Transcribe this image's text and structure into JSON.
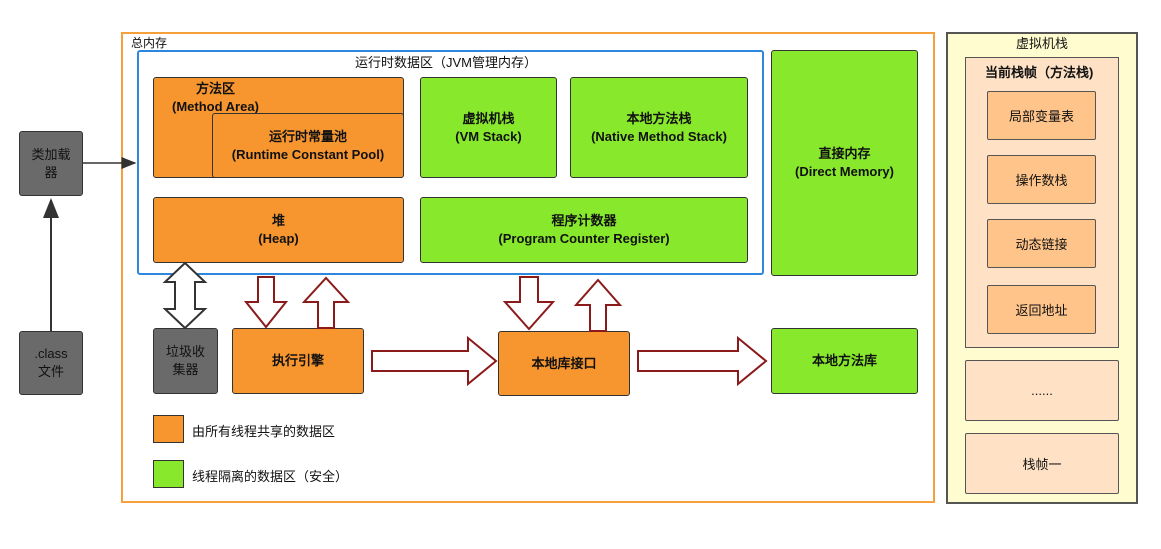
{
  "total_memory": {
    "title": "总内存"
  },
  "runtime_area": {
    "title": "运行时数据区（JVM管理内存）"
  },
  "method_area": {
    "label": "方法区\n(Method Area)"
  },
  "constant_pool": {
    "label": "运行时常量池\n(Runtime Constant Pool)"
  },
  "vm_stack": {
    "label": "虚拟机栈\n(VM Stack)"
  },
  "native_method_stack": {
    "label": "本地方法栈\n(Native Method Stack)"
  },
  "direct_memory": {
    "label": "直接内存\n(Direct Memory)"
  },
  "heap": {
    "label": "堆\n(Heap)"
  },
  "pc_register": {
    "label": "程序计数器\n(Program Counter Register)"
  },
  "class_loader": {
    "label": "类加载\n器"
  },
  "class_file": {
    "label": ".class\n文件"
  },
  "gc": {
    "label": "垃圾收\n集器"
  },
  "execution_engine": {
    "label": "执行引擎"
  },
  "native_interface": {
    "label": "本地库接口"
  },
  "native_library": {
    "label": "本地方法库"
  },
  "legend": {
    "shared": "由所有线程共享的数据区",
    "isolated": "线程隔离的数据区（安全）"
  },
  "vm_stack_panel": {
    "title": "虚拟机栈",
    "frame_title": "当前栈帧（方法栈)",
    "frame_items": [
      "局部变量表",
      "操作数栈",
      "动态链接",
      "返回地址"
    ],
    "ellipsis": "......",
    "frame_one": "栈帧一"
  },
  "colors": {
    "shared": "#F7962F",
    "isolated": "#88E82C",
    "gray": "#6A6A6A",
    "outer_border": "#F5A03A",
    "runtime_border": "#2E86DE",
    "arrow_outline": "#8B1A1A",
    "panel_bg": "#FFFDD0",
    "frame_bg": "#FFE2C6",
    "item_bg": "#FFC48A"
  }
}
